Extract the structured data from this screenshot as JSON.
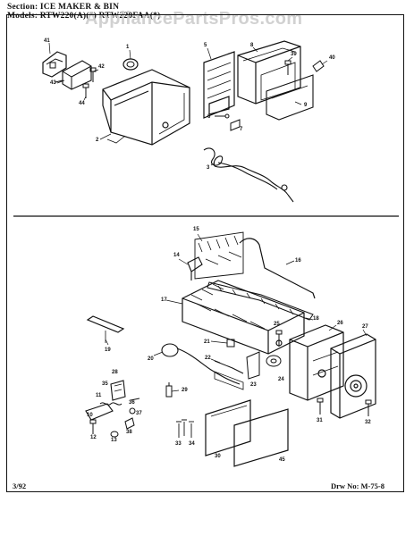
{
  "header": {
    "section": "Section:  ICE MAKER & BIN",
    "models": "Models:  RTW220(A)(*)  RTW220FAA(*)"
  },
  "watermark": "AppliancePartsPros.com",
  "footer": {
    "date": "3/92",
    "drawing_number": "Drw No: M-75-8"
  },
  "callouts": {
    "upper": [
      "41",
      "42",
      "43",
      "44",
      "1",
      "2",
      "3",
      "5",
      "6",
      "7",
      "8",
      "9",
      "39",
      "40"
    ],
    "lower": [
      "10",
      "11",
      "12",
      "13",
      "14",
      "15",
      "16",
      "17",
      "18",
      "19",
      "20",
      "21",
      "22",
      "23",
      "24",
      "25",
      "26",
      "27",
      "28",
      "29",
      "30",
      "31",
      "32",
      "33",
      "34",
      "35",
      "36",
      "37",
      "38",
      "45"
    ]
  }
}
